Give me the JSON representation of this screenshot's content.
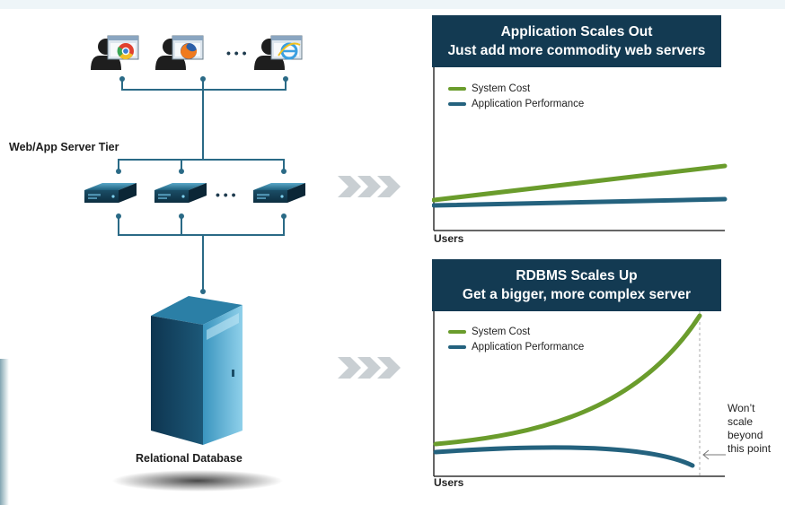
{
  "left": {
    "tier_label": "Web/App Server Tier",
    "database_label": "Relational Database",
    "ellipsis": "• • •"
  },
  "panels": [
    {
      "title_line1": "Application Scales Out",
      "title_line2": "Just add more commodity web servers",
      "legend": [
        "System Cost",
        "Application Performance"
      ],
      "x_axis_label": "Users"
    },
    {
      "title_line1": "RDBMS Scales Up",
      "title_line2": "Get a bigger, more complex server",
      "legend": [
        "System Cost",
        "Application Performance"
      ],
      "x_axis_label": "Users",
      "annotation": [
        "Won’t",
        "scale",
        "beyond",
        "this point"
      ]
    }
  ],
  "colors": {
    "system_cost": "#6a9c2c",
    "app_performance": "#24627e",
    "header_bg": "#133a52",
    "connector": "#2a6a86"
  },
  "icons": [
    "user-icon",
    "chrome-browser-icon",
    "firefox-browser-icon",
    "ie-browser-icon",
    "server-icon",
    "database-tower-icon",
    "chevron-arrow-icon"
  ]
}
